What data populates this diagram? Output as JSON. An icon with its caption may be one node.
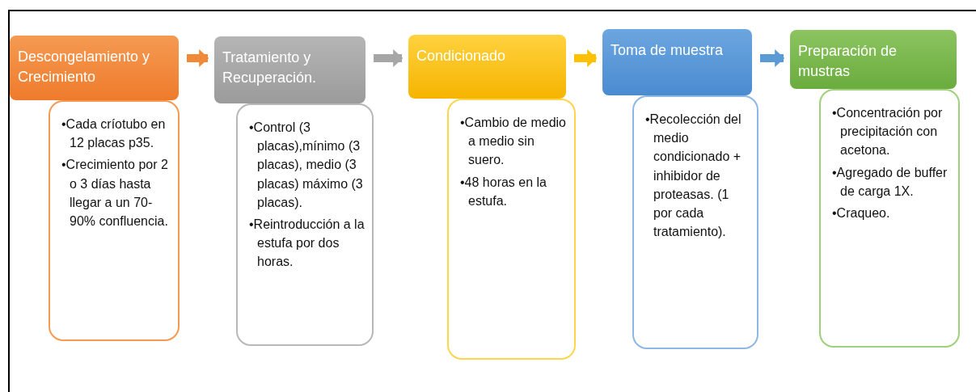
{
  "diagram": {
    "nodes": [
      {
        "text": [
          "Descongelamiento y Crecimiento"
        ]
      },
      {
        "text": [
          "•Cada críotubo en 12 placas p35.",
          "•Crecimiento por 2 o 3 días hasta llegar a un 70-90% confluencia."
        ]
      },
      {
        "text": [
          "Tratamiento y Recuperación."
        ]
      },
      {
        "text": [
          "•Control (3 placas),mínimo (3 placas), medio (3 placas) máximo (3 placas).",
          "•Reintroducción a la estufa por dos horas."
        ]
      },
      {
        "text": [
          "Condicionado"
        ]
      },
      {
        "text": [
          "•Cambio de medio a medio sin suero.",
          "•48 horas en la estufa."
        ]
      },
      {
        "text": [
          "Toma de muestra"
        ]
      },
      {
        "text": [
          "•Recolección del medio condicionado + inhibidor de proteasas. (1 por cada tratamiento)."
        ]
      },
      {
        "text": [
          "Preparación de mustras"
        ]
      },
      {
        "text": [
          "•Concentración por precipitación con acetona.",
          "•Agregado de buffer de carga 1X.",
          "•Craqueo."
        ]
      }
    ],
    "edges": [
      {
        "from": 0,
        "to": 2,
        "arrow": "to",
        "color": "#f08a3a"
      },
      {
        "from": 2,
        "to": 4,
        "arrow": "to",
        "color": "#a6a6a6"
      },
      {
        "from": 4,
        "to": 6,
        "arrow": "to",
        "color": "#ffc000"
      },
      {
        "from": 6,
        "to": 8,
        "arrow": "to",
        "color": "#5b9bd5"
      }
    ]
  }
}
